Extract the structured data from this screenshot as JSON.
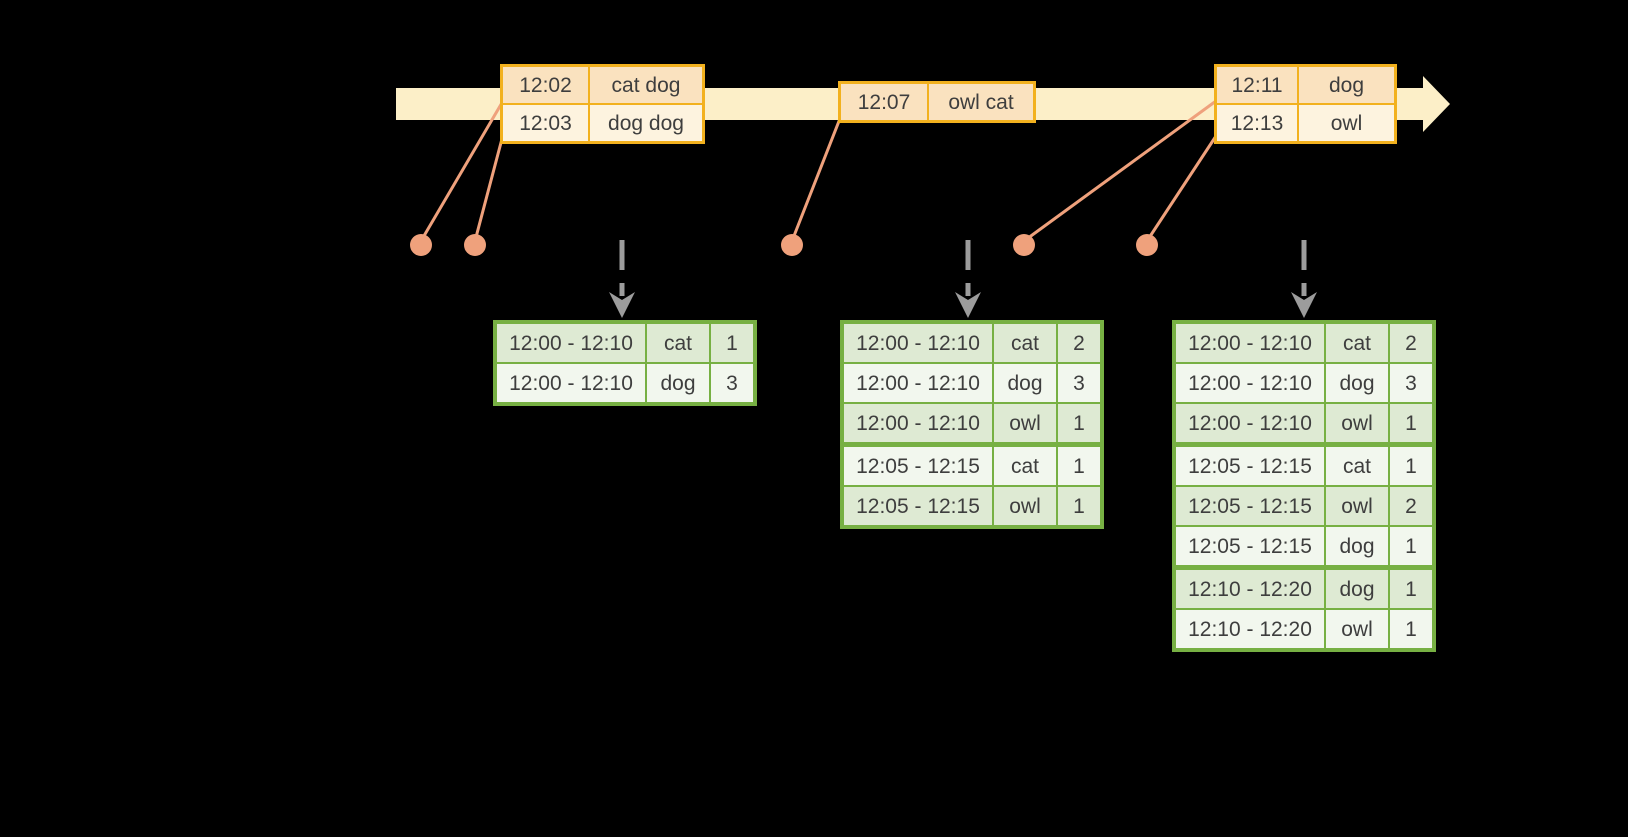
{
  "diagram": {
    "kind": "streaming-windowed-word-count-timeline",
    "colors": {
      "background": "#000000",
      "timeline_band": "#FCEFC8",
      "event_table_border": "#F2B11E",
      "event_row_peach": "#FAE2BF",
      "event_row_cream": "#FDF3DF",
      "connector_salmon": "#EFA17C",
      "trigger_arrow_gray": "#9C9C9C",
      "result_table_border": "#77B043",
      "result_row_dark": "#DEEAD3",
      "result_row_light": "#F2F7EE",
      "text": "#3E3E3E"
    }
  },
  "event_tables": [
    {
      "rows": [
        {
          "time": "12:02",
          "words": "cat dog"
        },
        {
          "time": "12:03",
          "words": "dog dog"
        }
      ]
    },
    {
      "rows": [
        {
          "time": "12:07",
          "words": "owl cat"
        }
      ]
    },
    {
      "rows": [
        {
          "time": "12:11",
          "words": "dog"
        },
        {
          "time": "12:13",
          "words": "owl"
        }
      ]
    }
  ],
  "result_tables": [
    {
      "rows": [
        {
          "window": "12:00 - 12:10",
          "word": "cat",
          "count": "1"
        },
        {
          "window": "12:00 - 12:10",
          "word": "dog",
          "count": "3"
        }
      ]
    },
    {
      "rows": [
        {
          "window": "12:00 - 12:10",
          "word": "cat",
          "count": "2"
        },
        {
          "window": "12:00 - 12:10",
          "word": "dog",
          "count": "3"
        },
        {
          "window": "12:00 - 12:10",
          "word": "owl",
          "count": "1"
        },
        {
          "window": "12:05 - 12:15",
          "word": "cat",
          "count": "1"
        },
        {
          "window": "12:05 - 12:15",
          "word": "owl",
          "count": "1"
        }
      ]
    },
    {
      "rows": [
        {
          "window": "12:00 - 12:10",
          "word": "cat",
          "count": "2"
        },
        {
          "window": "12:00 - 12:10",
          "word": "dog",
          "count": "3"
        },
        {
          "window": "12:00 - 12:10",
          "word": "owl",
          "count": "1"
        },
        {
          "window": "12:05 - 12:15",
          "word": "cat",
          "count": "1"
        },
        {
          "window": "12:05 - 12:15",
          "word": "owl",
          "count": "2"
        },
        {
          "window": "12:05 - 12:15",
          "word": "dog",
          "count": "1"
        },
        {
          "window": "12:10 - 12:20",
          "word": "dog",
          "count": "1"
        },
        {
          "window": "12:10 - 12:20",
          "word": "owl",
          "count": "1"
        }
      ]
    }
  ]
}
